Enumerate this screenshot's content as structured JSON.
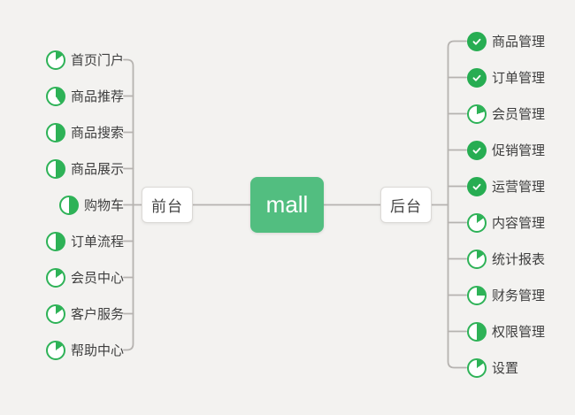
{
  "root": {
    "label": "mall"
  },
  "branches": [
    {
      "id": "frontend",
      "label": "前台",
      "side": "left",
      "items": [
        {
          "label": "首页门户",
          "progress": 15
        },
        {
          "label": "商品推荐",
          "progress": 40
        },
        {
          "label": "商品搜索",
          "progress": 50
        },
        {
          "label": "商品展示",
          "progress": 50
        },
        {
          "label": "购物车",
          "progress": 50
        },
        {
          "label": "订单流程",
          "progress": 50
        },
        {
          "label": "会员中心",
          "progress": 15
        },
        {
          "label": "客户服务",
          "progress": 15
        },
        {
          "label": "帮助中心",
          "progress": 15
        }
      ]
    },
    {
      "id": "backend",
      "label": "后台",
      "side": "right",
      "items": [
        {
          "label": "商品管理",
          "progress": 100,
          "done": true
        },
        {
          "label": "订单管理",
          "progress": 100,
          "done": true
        },
        {
          "label": "会员管理",
          "progress": 20
        },
        {
          "label": "促销管理",
          "progress": 100,
          "done": true
        },
        {
          "label": "运营管理",
          "progress": 100,
          "done": true
        },
        {
          "label": "内容管理",
          "progress": 15
        },
        {
          "label": "统计报表",
          "progress": 15
        },
        {
          "label": "财务管理",
          "progress": 25
        },
        {
          "label": "权限管理",
          "progress": 50
        },
        {
          "label": "设置",
          "progress": 15
        }
      ]
    }
  ],
  "icons": {
    "progress_pie": "pie-progress-icon",
    "done_check": "check-circle-icon"
  },
  "colors": {
    "node_green": "#52be80",
    "icon_green": "#2eb257",
    "check_green": "#27ad52",
    "connector_gray": "#b6b3b0",
    "background": "#f3f2f0"
  }
}
